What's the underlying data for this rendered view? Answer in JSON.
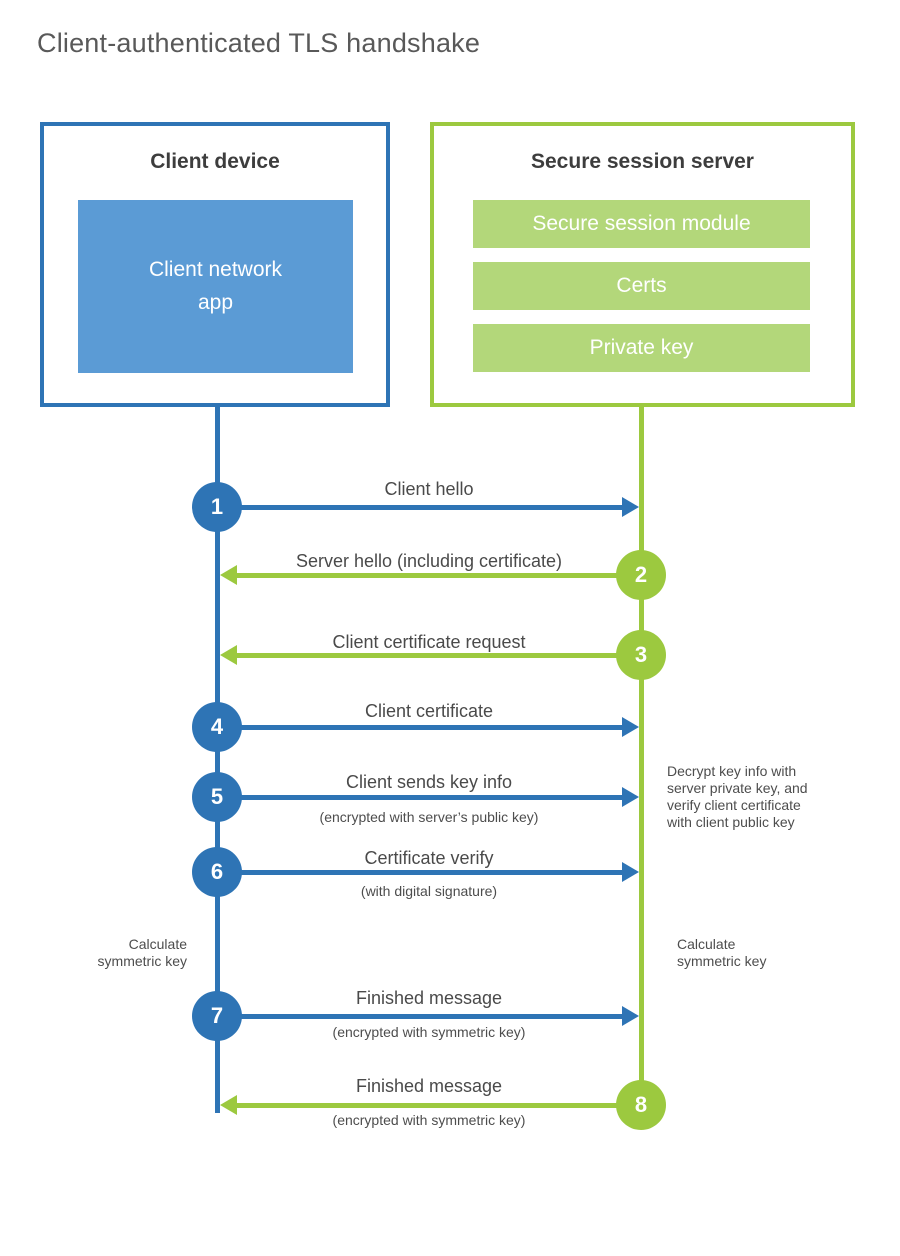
{
  "title": "Client-authenticated TLS handshake",
  "client": {
    "heading": "Client device",
    "app": "Client network\napp"
  },
  "server": {
    "heading": "Secure session server",
    "modules": [
      "Secure session module",
      "Certs",
      "Private key"
    ]
  },
  "steps": [
    {
      "number": "1",
      "from": "client",
      "direction": "right",
      "label": "Client hello"
    },
    {
      "number": "2",
      "from": "server",
      "direction": "left",
      "label": "Server hello (including certificate)"
    },
    {
      "number": "3",
      "from": "server",
      "direction": "left",
      "label": "Client certificate request"
    },
    {
      "number": "4",
      "from": "client",
      "direction": "right",
      "label": "Client certificate"
    },
    {
      "number": "5",
      "from": "client",
      "direction": "right",
      "label": "Client sends key info",
      "sublabel": "(encrypted with server’s public key)"
    },
    {
      "number": "6",
      "from": "client",
      "direction": "right",
      "label": "Certificate verify",
      "sublabel": "(with digital signature)"
    },
    {
      "number": "7",
      "from": "client",
      "direction": "right",
      "label": "Finished message",
      "sublabel": "(encrypted with symmetric key)"
    },
    {
      "number": "8",
      "from": "server",
      "direction": "left",
      "label": "Finished message",
      "sublabel": "(encrypted with symmetric key)"
    }
  ],
  "notes": {
    "decrypt": "Decrypt key info with\nserver private key, and\nverify client certificate\nwith client public key",
    "calculate_client": "Calculate\nsymmetric key",
    "calculate_server": "Calculate\nsymmetric key"
  },
  "colors": {
    "blue": "#2e74b5",
    "light_blue": "#5b9bd5",
    "green": "#9cc93f",
    "light_green": "#b3d77a",
    "heading_text": "#3d3d3d",
    "label_text": "#4a4a4a",
    "title_text": "#595959"
  }
}
